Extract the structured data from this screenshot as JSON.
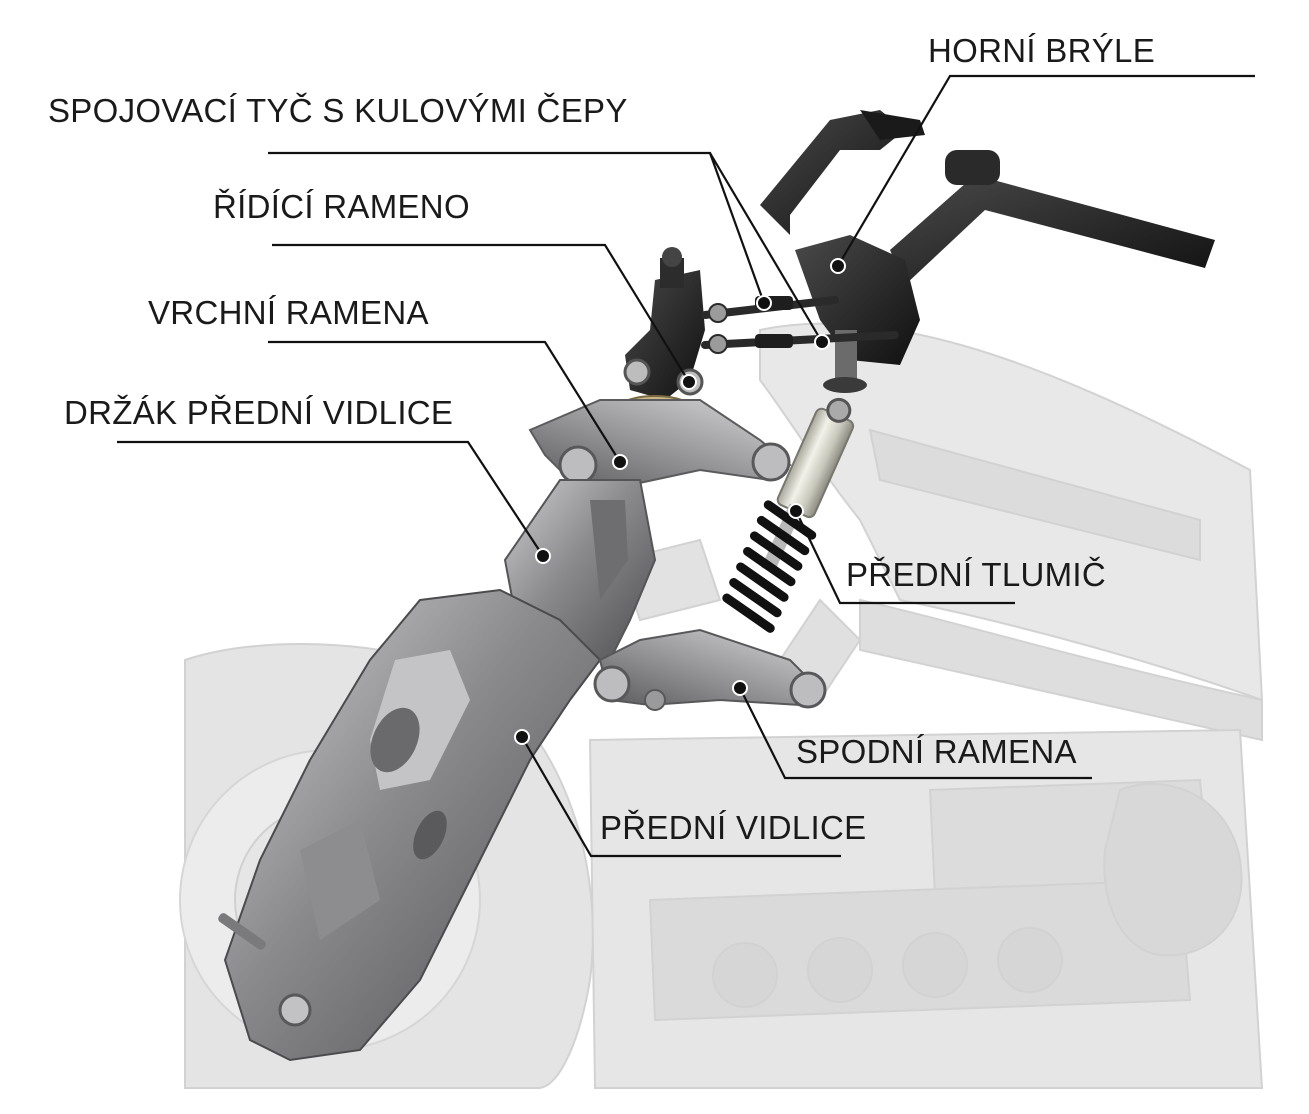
{
  "labels": {
    "horni_bryle": "HORNÍ BRÝLE",
    "spojovaci_tyc": "SPOJOVACÍ TYČ S KULOVÝMI ČEPY",
    "ridici_rameno": "ŘÍDÍCÍ RAMENO",
    "vrchni_ramena": "VRCHNÍ RAMENA",
    "drzak_predni_vidlice": "DRŽÁK PŘEDNÍ VIDLICE",
    "predni_tlumic": "PŘEDNÍ TLUMIČ",
    "spodni_ramena": "SPODNÍ RAMENA",
    "predni_vidlice": "PŘEDNÍ VIDLICE"
  },
  "colors": {
    "leader_line": "#111111",
    "marker": "#111111",
    "metal": "#7d7d80",
    "black_part": "#1b1b1b",
    "ghost_background": "#e3e3e3"
  }
}
